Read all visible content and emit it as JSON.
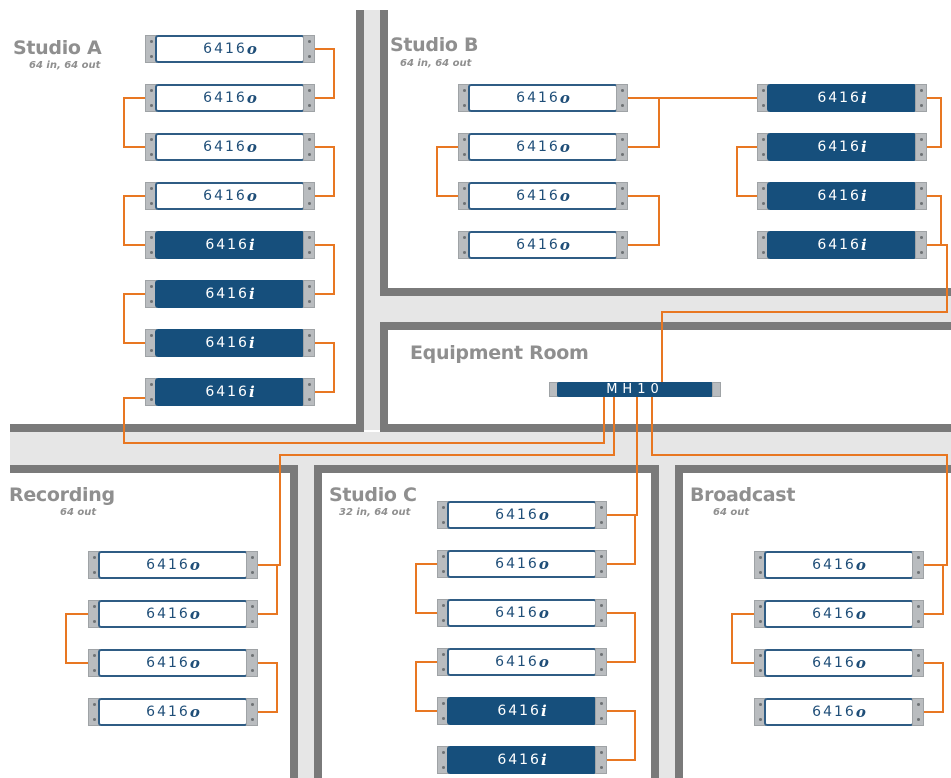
{
  "colors": {
    "wall": "#7a7a7a",
    "corridor": "#e6e6e6",
    "cable": "#e87722",
    "unit_dark": "#164f7c",
    "unit_outline": "#2f5c84",
    "title_gray": "#8f8f8f"
  },
  "rooms": [
    {
      "id": "studio-a",
      "title": "Studio A",
      "subtitle": "64 in, 64 out"
    },
    {
      "id": "studio-b",
      "title": "Studio B",
      "subtitle": "64 in, 64 out"
    },
    {
      "id": "equipment-room",
      "title": "Equipment Room",
      "subtitle": ""
    },
    {
      "id": "recording",
      "title": "Recording",
      "subtitle": "64 out"
    },
    {
      "id": "studio-c",
      "title": "Studio C",
      "subtitle": "32 in, 64 out"
    },
    {
      "id": "broadcast",
      "title": "Broadcast",
      "subtitle": "64 out"
    }
  ],
  "hub": {
    "label": "MH10"
  },
  "devices": {
    "model_6416o": {
      "base": "6416",
      "suffix": "o"
    },
    "model_6416i": {
      "base": "6416",
      "suffix": "i"
    }
  },
  "chains": {
    "studio_a": [
      "o",
      "o",
      "o",
      "o",
      "i",
      "i",
      "i",
      "i"
    ],
    "studio_b_left": [
      "o",
      "o",
      "o",
      "o"
    ],
    "studio_b_right": [
      "i",
      "i",
      "i",
      "i"
    ],
    "recording": [
      "o",
      "o",
      "o",
      "o"
    ],
    "studio_c": [
      "o",
      "o",
      "o",
      "o",
      "i",
      "i"
    ],
    "broadcast": [
      "o",
      "o",
      "o",
      "o"
    ]
  }
}
